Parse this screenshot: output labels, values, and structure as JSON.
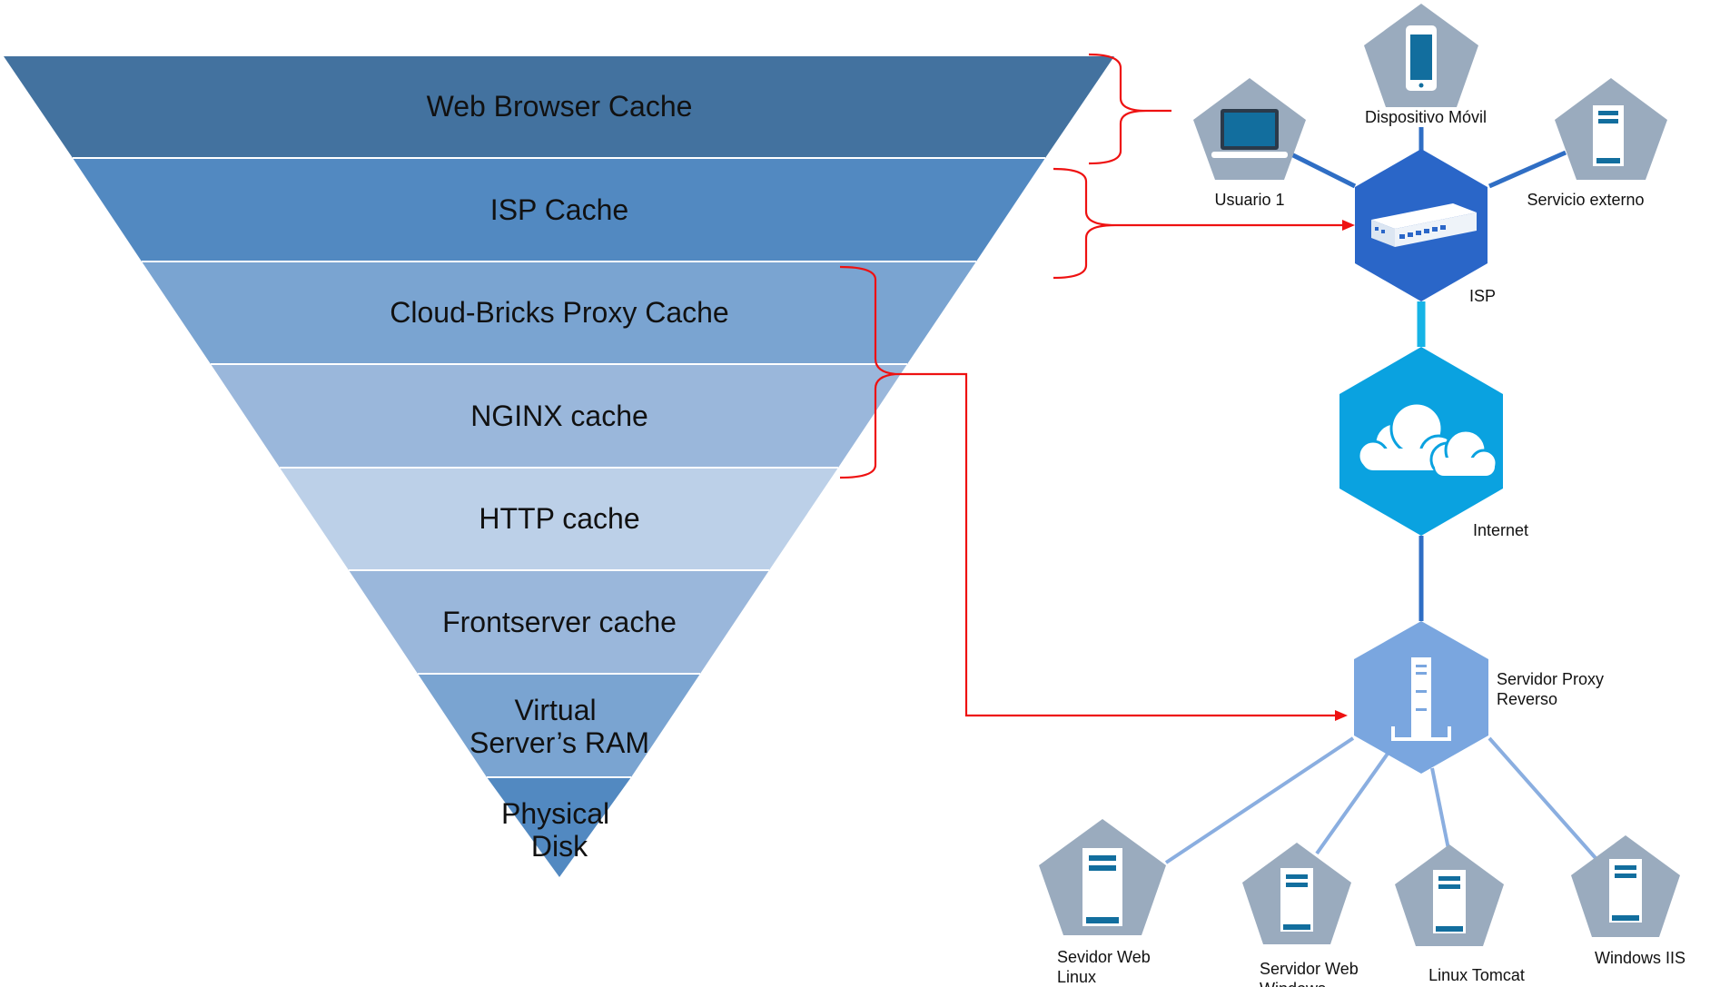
{
  "colors": {
    "layers": [
      "#43729f",
      "#5289c1",
      "#7aa4d1",
      "#9ab7db",
      "#bcd0e8",
      "#9ab7db",
      "#7aa4d1",
      "#5289c1"
    ],
    "layer_divider": "#ffffff",
    "bracket": "#ee1111",
    "node_gray": "#9aabbe",
    "node_dark_blue": "#2a66c8",
    "node_cyan": "#0aa2e0",
    "node_light_blue": "#7aa6df",
    "link_dark": "#2f6ec4",
    "link_cyan": "#16b4e6",
    "link_light": "#8aaee0",
    "device_teal": "#126e9e"
  },
  "pyramid": {
    "layers": [
      {
        "lines": [
          "Web Browser Cache"
        ]
      },
      {
        "lines": [
          "ISP Cache"
        ]
      },
      {
        "lines": [
          "Cloud-Bricks Proxy Cache"
        ]
      },
      {
        "lines": [
          "NGINX cache"
        ]
      },
      {
        "lines": [
          "HTTP cache"
        ]
      },
      {
        "lines": [
          "Frontserver cache"
        ]
      },
      {
        "lines": [
          "Virtual",
          "Server’s RAM"
        ]
      },
      {
        "lines": [
          "Physical",
          "Disk"
        ]
      }
    ]
  },
  "network": {
    "dispositivo_movil": {
      "label": "Dispositivo Móvil",
      "icon": "mobile-phone-icon"
    },
    "usuario_1": {
      "label": "Usuario 1",
      "icon": "laptop-icon"
    },
    "servicio_externo": {
      "label": "Servicio externo",
      "icon": "server-icon"
    },
    "isp": {
      "label": "ISP",
      "icon": "router-icon"
    },
    "internet": {
      "label": "Internet",
      "icon": "cloud-icon"
    },
    "proxy": {
      "label_lines": [
        "Servidor Proxy",
        "Reverso"
      ],
      "icon": "server-tower-icon"
    },
    "servers": [
      {
        "label_lines": [
          "Sevidor Web",
          "Linux"
        ],
        "icon": "server-icon"
      },
      {
        "label_lines": [
          "Servidor Web",
          "Windows"
        ],
        "icon": "server-icon"
      },
      {
        "label_lines": [
          "Linux Tomcat"
        ],
        "icon": "server-icon"
      },
      {
        "label_lines": [
          "Windows IIS"
        ],
        "icon": "server-icon"
      }
    ]
  }
}
